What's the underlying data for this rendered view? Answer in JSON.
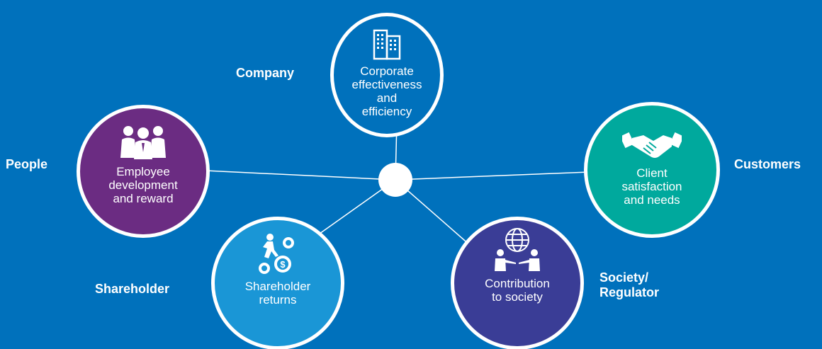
{
  "hub": {
    "color": "#ffffff"
  },
  "nodes": {
    "corporate": {
      "label": "Company",
      "text": "Corporate\neffectiveness\nand\nefficiency",
      "color": "#0071bc",
      "icon": "office-building-icon"
    },
    "people": {
      "label": "People",
      "text": "Employee\ndevelopment\nand reward",
      "color": "#6b2c82",
      "icon": "team-people-icon"
    },
    "customers": {
      "label": "Customers",
      "text": "Client\nsatisfaction\nand needs",
      "color": "#00a99d",
      "icon": "handshake-icon"
    },
    "shareholder": {
      "label": "Shareholder",
      "text": "Shareholder\nreturns",
      "color": "#1a96d6",
      "icon": "climber-gears-icon"
    },
    "society": {
      "label": "Society/\nRegulator",
      "text": "Contribution\nto society",
      "color": "#3a3d96",
      "icon": "globe-people-icon"
    }
  },
  "colors": {
    "background": "#0071bc",
    "outline": "#ffffff"
  }
}
